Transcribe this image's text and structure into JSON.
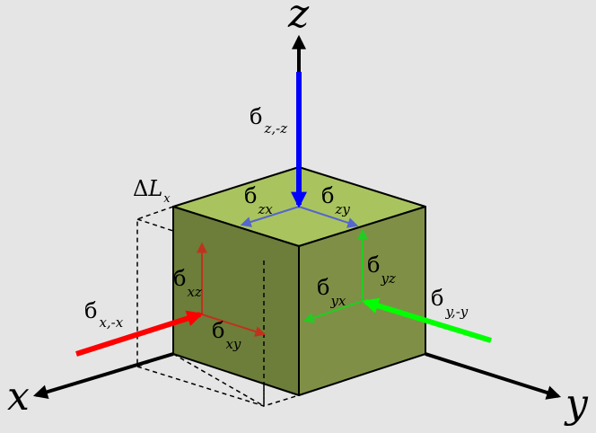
{
  "axes": {
    "x": "x",
    "y": "y",
    "z": "z"
  },
  "delta": {
    "symbol": "Δ",
    "letter": "L",
    "subscript": "x"
  },
  "sigma_symbol": "б",
  "stresses": [
    {
      "id": "zz",
      "subscript": "z,-z",
      "color": "#0000ff"
    },
    {
      "id": "xx",
      "subscript": "x,-x",
      "color": "#ff0000"
    },
    {
      "id": "yy",
      "subscript": "y,-y",
      "color": "#00ff00"
    },
    {
      "id": "zx",
      "subscript": "zx",
      "color": "#5566cc"
    },
    {
      "id": "zy",
      "subscript": "zy",
      "color": "#5566cc"
    },
    {
      "id": "xz",
      "subscript": "xz",
      "color": "#c0321e"
    },
    {
      "id": "xy",
      "subscript": "xy",
      "color": "#c0321e"
    },
    {
      "id": "yz",
      "subscript": "yz",
      "color": "#22cc22"
    },
    {
      "id": "yx",
      "subscript": "yx",
      "color": "#22cc22"
    }
  ],
  "colors": {
    "background": "#e5e5e5",
    "cube_top": "#a9c45e",
    "cube_front": "#6c7e3a",
    "cube_right": "#7f9046",
    "axis": "#000000"
  }
}
